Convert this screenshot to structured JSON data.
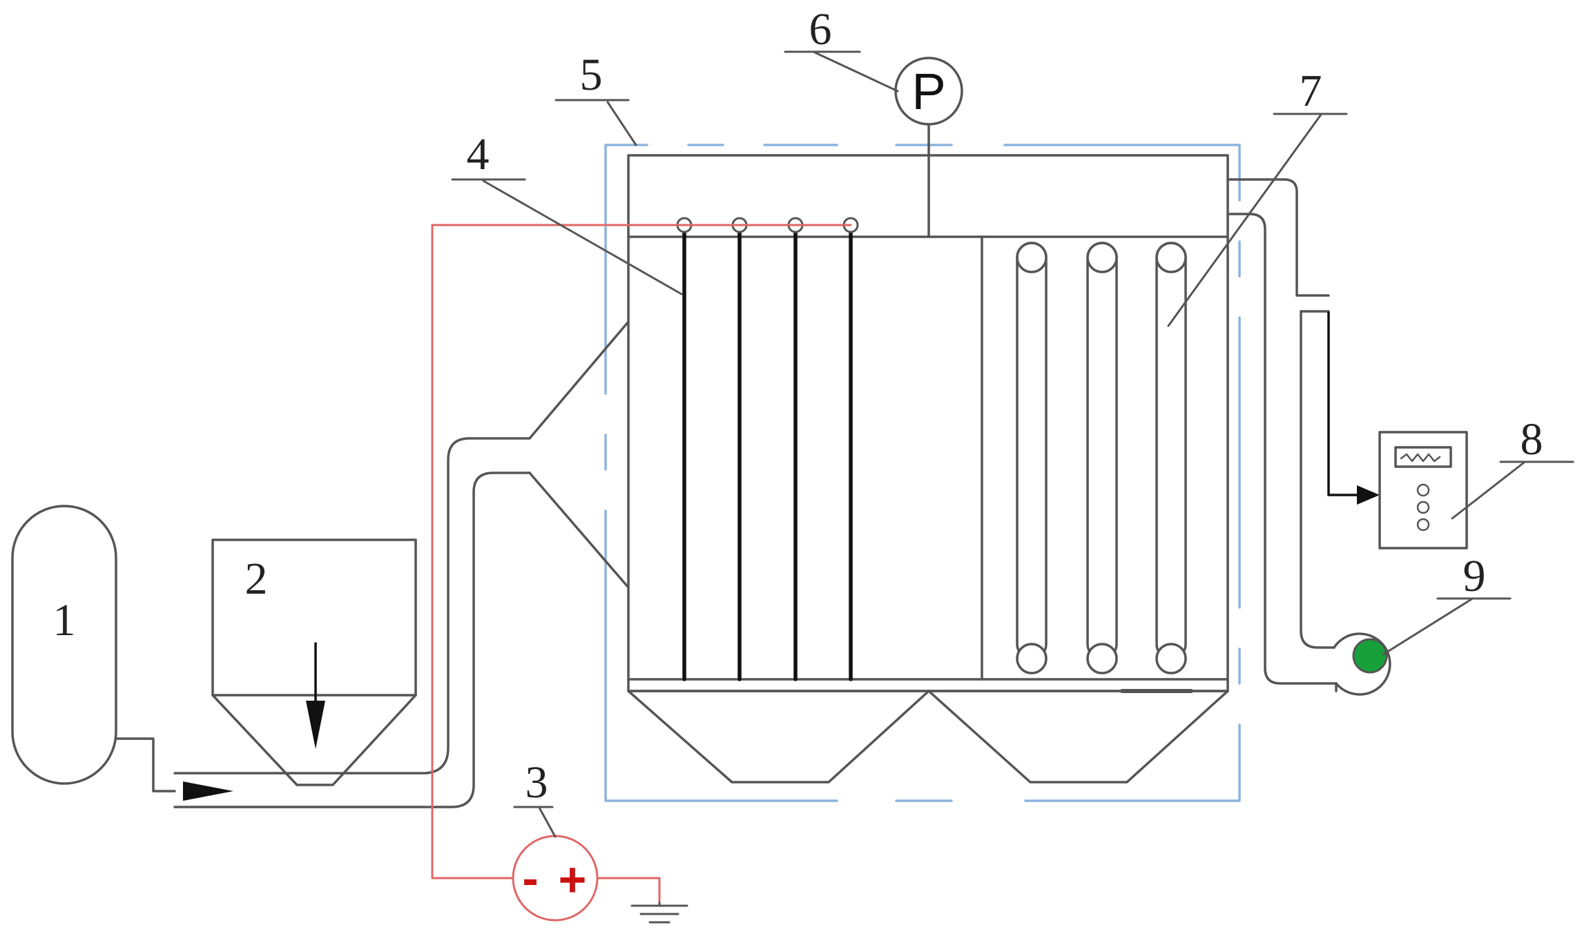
{
  "labels": {
    "n1": "1",
    "n2": "2",
    "n3": "3",
    "n4": "4",
    "n5": "5",
    "n6": "6",
    "n7": "7",
    "n8": "8",
    "n9": "9"
  },
  "pressure_gauge": {
    "letter": "P"
  },
  "power_supply": {
    "minus": "-",
    "plus": "+"
  },
  "colors": {
    "line": "#555555",
    "electrode": "#111111",
    "enclosure": "#8db4df",
    "power_circuit": "#e06666",
    "power_sign": "#cc1111",
    "fan_rotor": "#18a03a"
  },
  "icons": {
    "gas-cylinder": "gas-cylinder-icon",
    "hopper": "feed-hopper-icon",
    "power": "dc-power-supply-icon",
    "ground": "ground-icon",
    "gauge": "pressure-gauge-icon",
    "analyzer": "analyzer-icon",
    "fan": "fan-icon"
  }
}
